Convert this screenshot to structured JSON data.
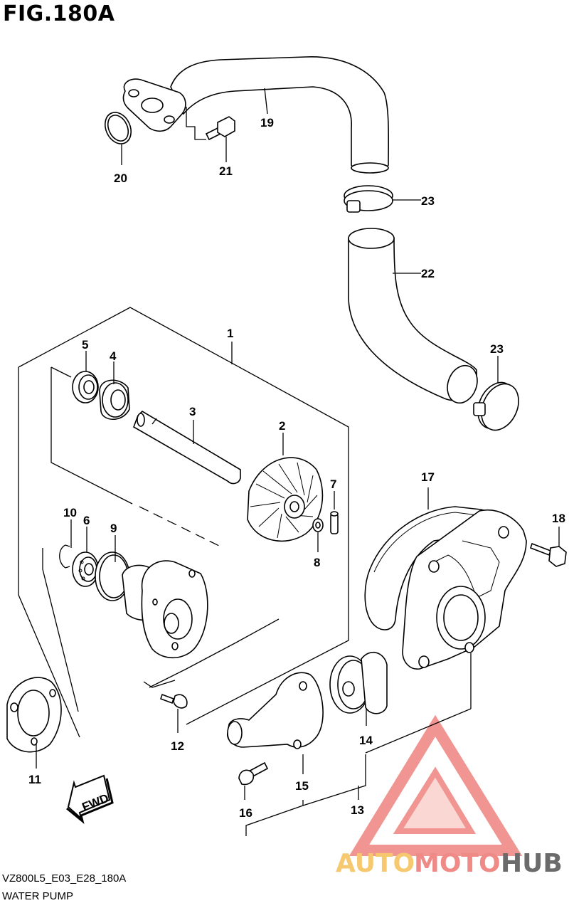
{
  "figure": {
    "title": "FIG.180A",
    "model_code": "VZ800L5_E03_E28_180A",
    "caption": "WATER PUMP",
    "fwd_label": "FWD"
  },
  "callouts": [
    "1",
    "2",
    "3",
    "4",
    "5",
    "6",
    "7",
    "8",
    "9",
    "10",
    "11",
    "12",
    "13",
    "14",
    "15",
    "16",
    "17",
    "18",
    "19",
    "20",
    "21",
    "22",
    "23",
    "23"
  ],
  "watermark": {
    "text_auto": "AUTO",
    "text_moto": "MOTO",
    "text_hub": "HUB",
    "colors": {
      "auto": "#f6c86f",
      "moto": "#ef8a86",
      "hub": "#6b6b6b",
      "triangle": "#ef8a86"
    }
  }
}
